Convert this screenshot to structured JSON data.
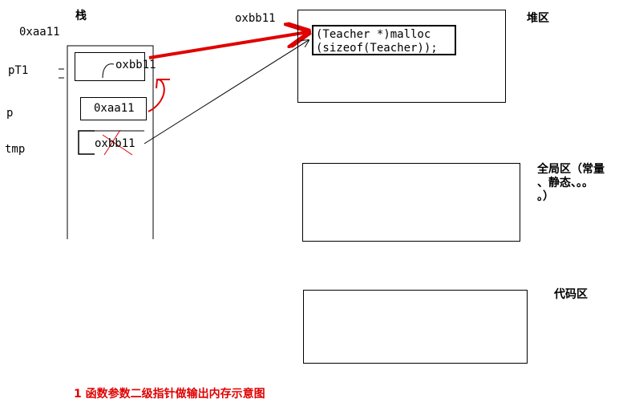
{
  "stack": {
    "title": "栈",
    "base_address": "0xaa11",
    "vars": [
      {
        "name": "pT1",
        "value": "oxbb11"
      },
      {
        "name": "p",
        "value": "0xaa11"
      },
      {
        "name": "tmp",
        "value": "oxbb11"
      }
    ]
  },
  "heap": {
    "title": "堆区",
    "address": "oxbb11",
    "code_line1": "(Teacher *)malloc",
    "code_line2": "(sizeof(Teacher));"
  },
  "global": {
    "title_line1": "全局区（常量",
    "title_line2": "、静态、。。",
    "title_line3": "。）"
  },
  "code": {
    "title": "代码区"
  },
  "caption": "1 函数参数二级指针做输出内存示意图",
  "colors": {
    "arrow_red": "#e00000",
    "line": "#000000"
  }
}
